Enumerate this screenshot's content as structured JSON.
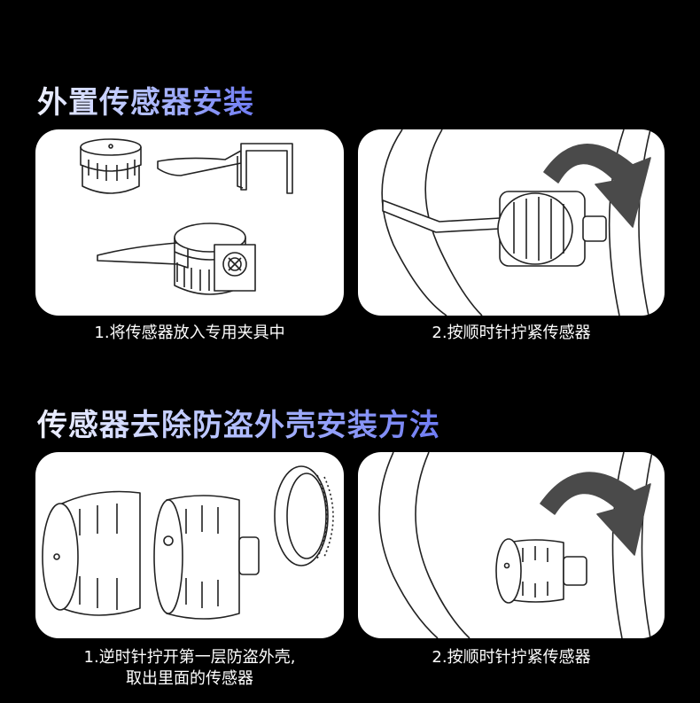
{
  "sections": [
    {
      "title": "外置传感器安装",
      "steps": [
        {
          "caption": "1.将传感器放入专用夹具中"
        },
        {
          "caption": "2.按顺时针拧紧传感器"
        }
      ]
    },
    {
      "title": "传感器去除防盗外壳安装方法",
      "steps": [
        {
          "caption_lines": [
            "1.逆时针拧开第一层防盗外壳,",
            "取出里面的传感器"
          ]
        },
        {
          "caption": "2.按顺时针拧紧传感器"
        }
      ]
    }
  ],
  "colors": {
    "background": "#000000",
    "panel": "#ffffff",
    "line": "#222222",
    "arrow": "#4a4a4a"
  }
}
